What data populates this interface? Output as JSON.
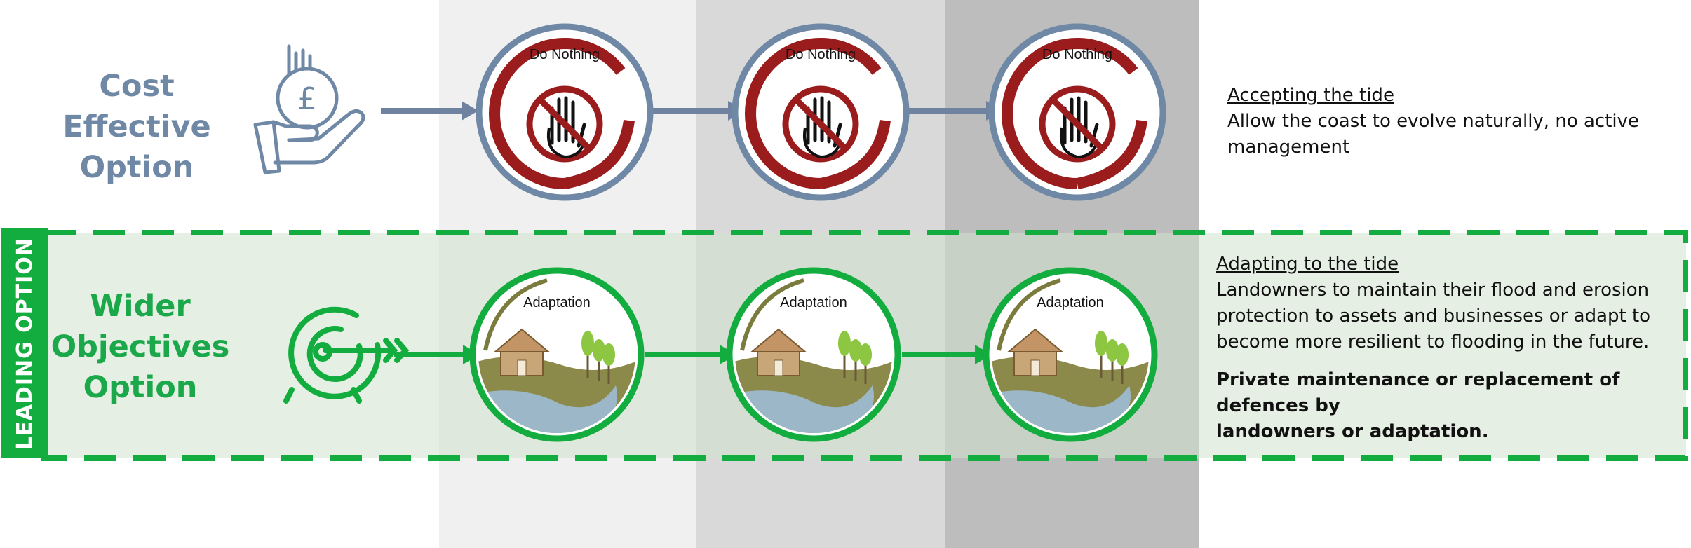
{
  "leading_tab": {
    "label": "LEADING OPTION"
  },
  "rows": [
    {
      "title_lines": [
        "Cost",
        "Effective",
        "Option"
      ],
      "icon": "hand-holding-pound-coin-icon",
      "stages": [
        {
          "label": "Do Nothing",
          "icon": "do-nothing-stop-hand-icon"
        },
        {
          "label": "Do Nothing",
          "icon": "do-nothing-stop-hand-icon"
        },
        {
          "label": "Do Nothing",
          "icon": "do-nothing-stop-hand-icon"
        }
      ],
      "description": {
        "heading": "Accepting the tide",
        "text_lines": [
          "Allow the coast to evolve naturally, no active",
          "management"
        ]
      }
    },
    {
      "title_lines": [
        "Wider",
        "Objectives",
        "Option"
      ],
      "icon": "target-with-arrow-icon",
      "stages": [
        {
          "label": "Adaptation",
          "icon": "adaptation-house-landscape-icon"
        },
        {
          "label": "Adaptation",
          "icon": "adaptation-house-landscape-icon"
        },
        {
          "label": "Adaptation",
          "icon": "adaptation-house-landscape-icon"
        }
      ],
      "description": {
        "heading": "Adapting to the tide",
        "text_lines": [
          "Landowners to maintain their flood and erosion",
          "protection to assets and businesses or adapt to",
          "become more resilient to flooding in the future."
        ],
        "bold_lines": [
          "Private maintenance or replacement of defences by",
          "landowners or adaptation."
        ]
      }
    }
  ],
  "colors": {
    "cost_blue": "#6f88a5",
    "arrow_blue": "#6f83a1",
    "green": "#12ad3e",
    "dark_red": "#9b1c1c",
    "col1": "#f0f0f0",
    "col2": "#d9d9d9",
    "col3": "#bdbdbd"
  }
}
